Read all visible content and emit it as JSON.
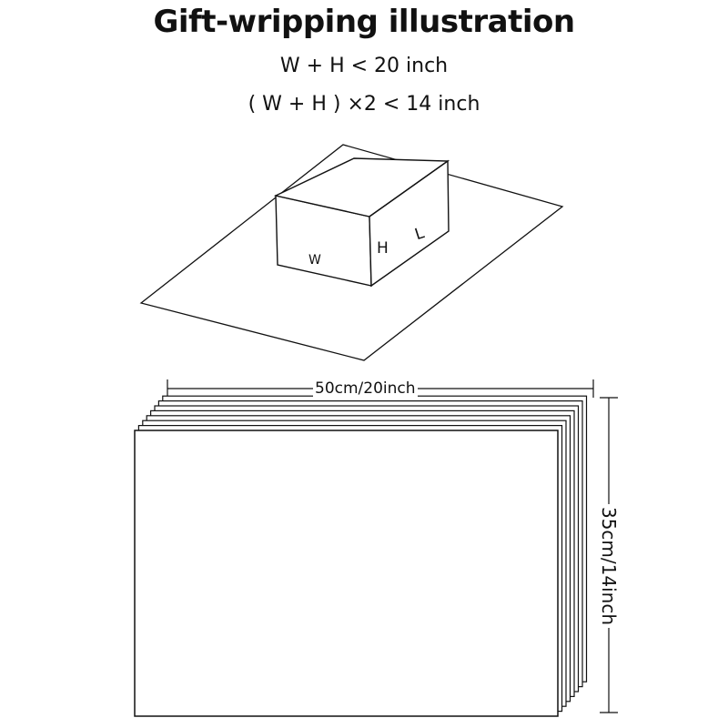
{
  "title": "Gift-wripping illustration",
  "formula_1": "W + H < 20 inch",
  "formula_2": "( W + H ) ×2 < 14 inch",
  "box_labels": {
    "width": "W",
    "height": "H",
    "length": "L"
  },
  "dimensions": {
    "width": "50cm/20inch",
    "height": "35cm/14inch"
  },
  "sheet_count": 8,
  "colors": {
    "line": "#111111",
    "background": "#ffffff"
  }
}
